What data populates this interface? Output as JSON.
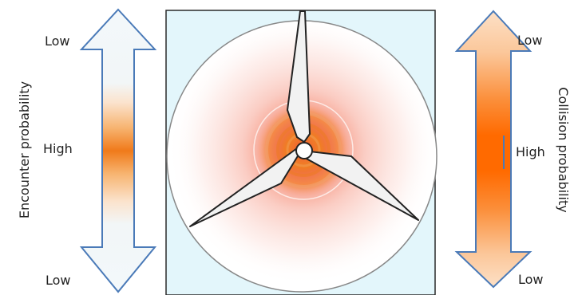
{
  "left_scale": {
    "title": "Encounter probability",
    "top": "Low",
    "middle": "High",
    "bottom": "Low",
    "arrow_fill": "#eef6fb",
    "arrow_stroke": "#4a7ab8",
    "gradient_color": "#f07a1a"
  },
  "right_scale": {
    "title": "Collision probability",
    "top": "Low",
    "middle": "High",
    "bottom": "Low",
    "arrow_stroke": "#4a7ab8",
    "gradient_color": "#ff6a00"
  },
  "turbine": {
    "background": "#e3f6fb",
    "rotor_glow_color": "#f25a3a",
    "ring_color": "#e8823a",
    "blade_color": "#f2f2f2"
  }
}
